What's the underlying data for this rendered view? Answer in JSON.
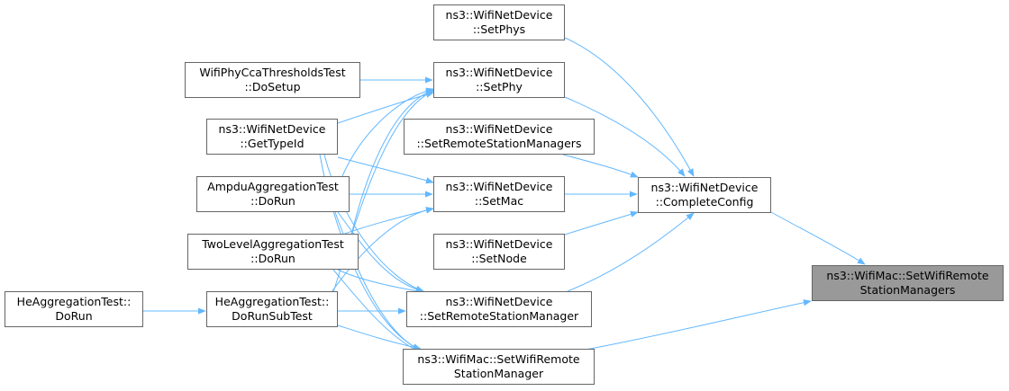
{
  "colors": {
    "edge": "#63b8ff",
    "node_border": "#666666",
    "focus_fill": "#999999"
  },
  "nodes": {
    "focus": {
      "line1": "ns3::WifiMac::SetWifiRemote",
      "line2": "StationManagers"
    },
    "complete_config": {
      "line1": "ns3::WifiNetDevice",
      "line2": "::CompleteConfig"
    },
    "set_phys": {
      "line1": "ns3::WifiNetDevice",
      "line2": "::SetPhys"
    },
    "set_phy": {
      "line1": "ns3::WifiNetDevice",
      "line2": "::SetPhy"
    },
    "set_remote_station_managers": {
      "line1": "ns3::WifiNetDevice",
      "line2": "::SetRemoteStationManagers"
    },
    "set_mac": {
      "line1": "ns3::WifiNetDevice",
      "line2": "::SetMac"
    },
    "set_node": {
      "line1": "ns3::WifiNetDevice",
      "line2": "::SetNode"
    },
    "set_remote_station_manager": {
      "line1": "ns3::WifiNetDevice",
      "line2": "::SetRemoteStationManager"
    },
    "mac_set_wifi_remote_station_manager": {
      "line1": "ns3::WifiMac::SetWifiRemote",
      "line2": "StationManager"
    },
    "cca_do_setup": {
      "line1": "WifiPhyCcaThresholdsTest",
      "line2": "::DoSetup"
    },
    "get_type_id": {
      "line1": "ns3::WifiNetDevice",
      "line2": "::GetTypeId"
    },
    "ampdu_do_run": {
      "line1": "AmpduAggregationTest",
      "line2": "::DoRun"
    },
    "two_level_do_run": {
      "line1": "TwoLevelAggregationTest",
      "line2": "::DoRun"
    },
    "he_do_run_sub_test": {
      "line1": "HeAggregationTest::",
      "line2": "DoRunSubTest"
    },
    "he_do_run": {
      "line1": "HeAggregationTest::",
      "line2": "DoRun"
    }
  }
}
